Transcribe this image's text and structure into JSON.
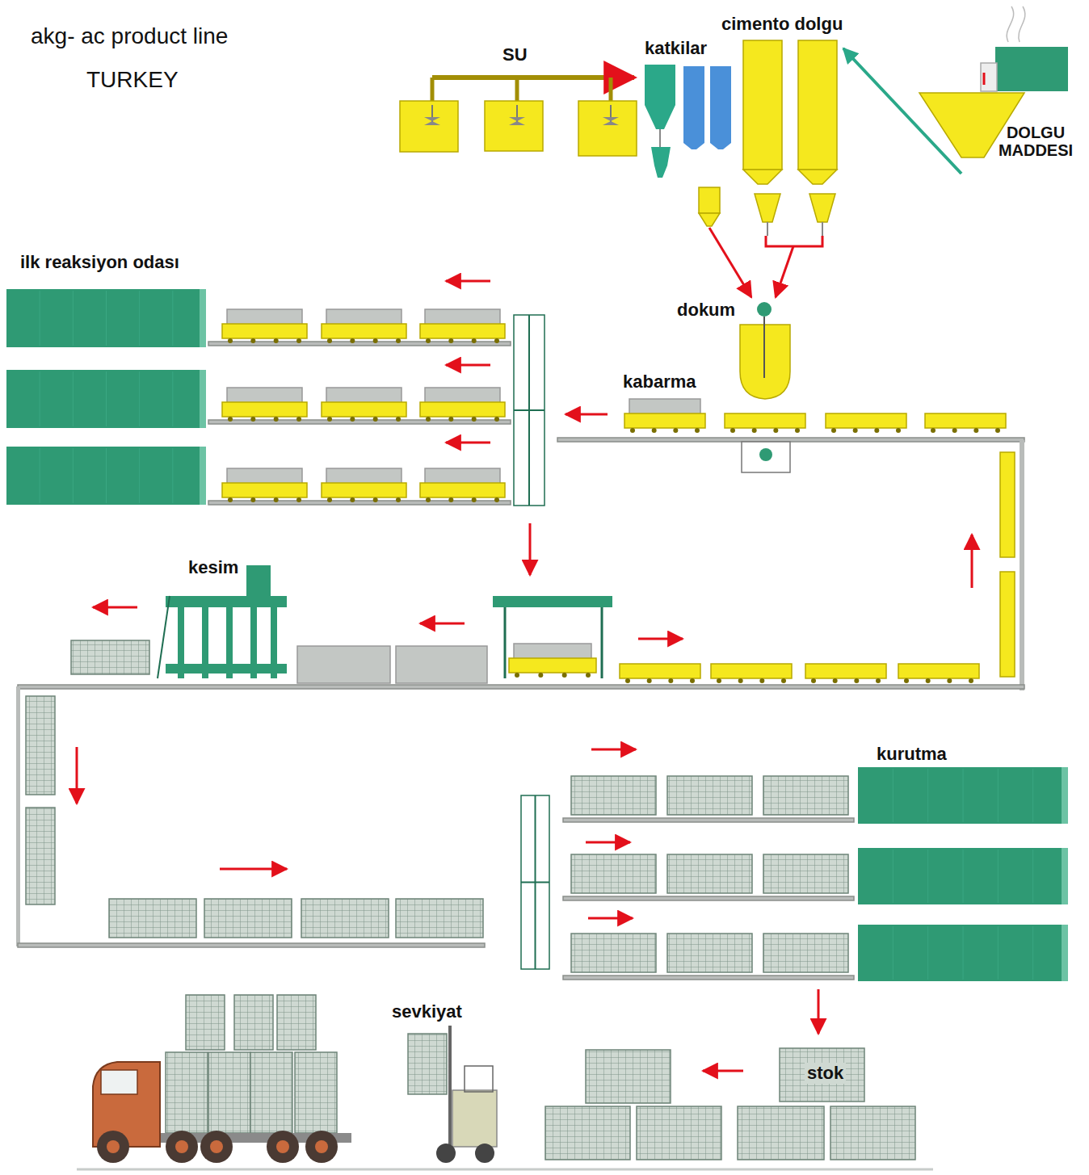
{
  "diagram": {
    "title": "akg- ac product line",
    "labels": [
      "TURKEY",
      "SU",
      "katkilar",
      "cimento dolgu",
      "DOLGU MADDESI",
      "ilk reaksiyon odası",
      "dokum",
      "kabarma",
      "kesim",
      "kurutma",
      "stok",
      "sevkiyat"
    ]
  }
}
